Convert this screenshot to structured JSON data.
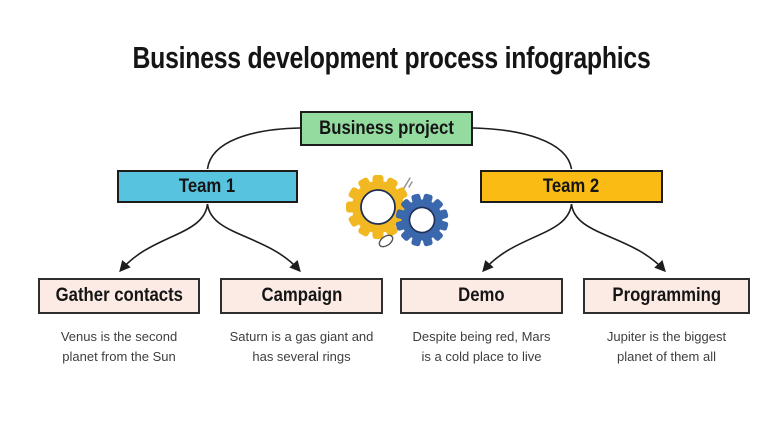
{
  "title": "Business development process infographics",
  "diagram": {
    "root": {
      "label": "Business project"
    },
    "teams": [
      {
        "label": "Team 1"
      },
      {
        "label": "Team 2"
      }
    ],
    "leaves": [
      {
        "label": "Gather contacts",
        "description": "Venus is the second\nplanet from the Sun"
      },
      {
        "label": "Campaign",
        "description": "Saturn is a gas giant and\nhas several rings"
      },
      {
        "label": "Demo",
        "description": "Despite being red, Mars\nis a cold place to live"
      },
      {
        "label": "Programming",
        "description": "Jupiter is the biggest\nplanet of them all"
      }
    ]
  },
  "icons": {
    "gears": "two meshing gears (yellow + blue)"
  },
  "colors": {
    "root_fill": "#94db9f",
    "team1_fill": "#58c3de",
    "team2_fill": "#f9bb14",
    "leaf_fill": "#fcebe5",
    "gear_yellow": "#f2b822",
    "gear_blue": "#3b67ac",
    "gear_ring": "#1d2f55",
    "line": "#1e1e1e",
    "title_text": "#151515",
    "description_text": "#3e3e3e"
  }
}
